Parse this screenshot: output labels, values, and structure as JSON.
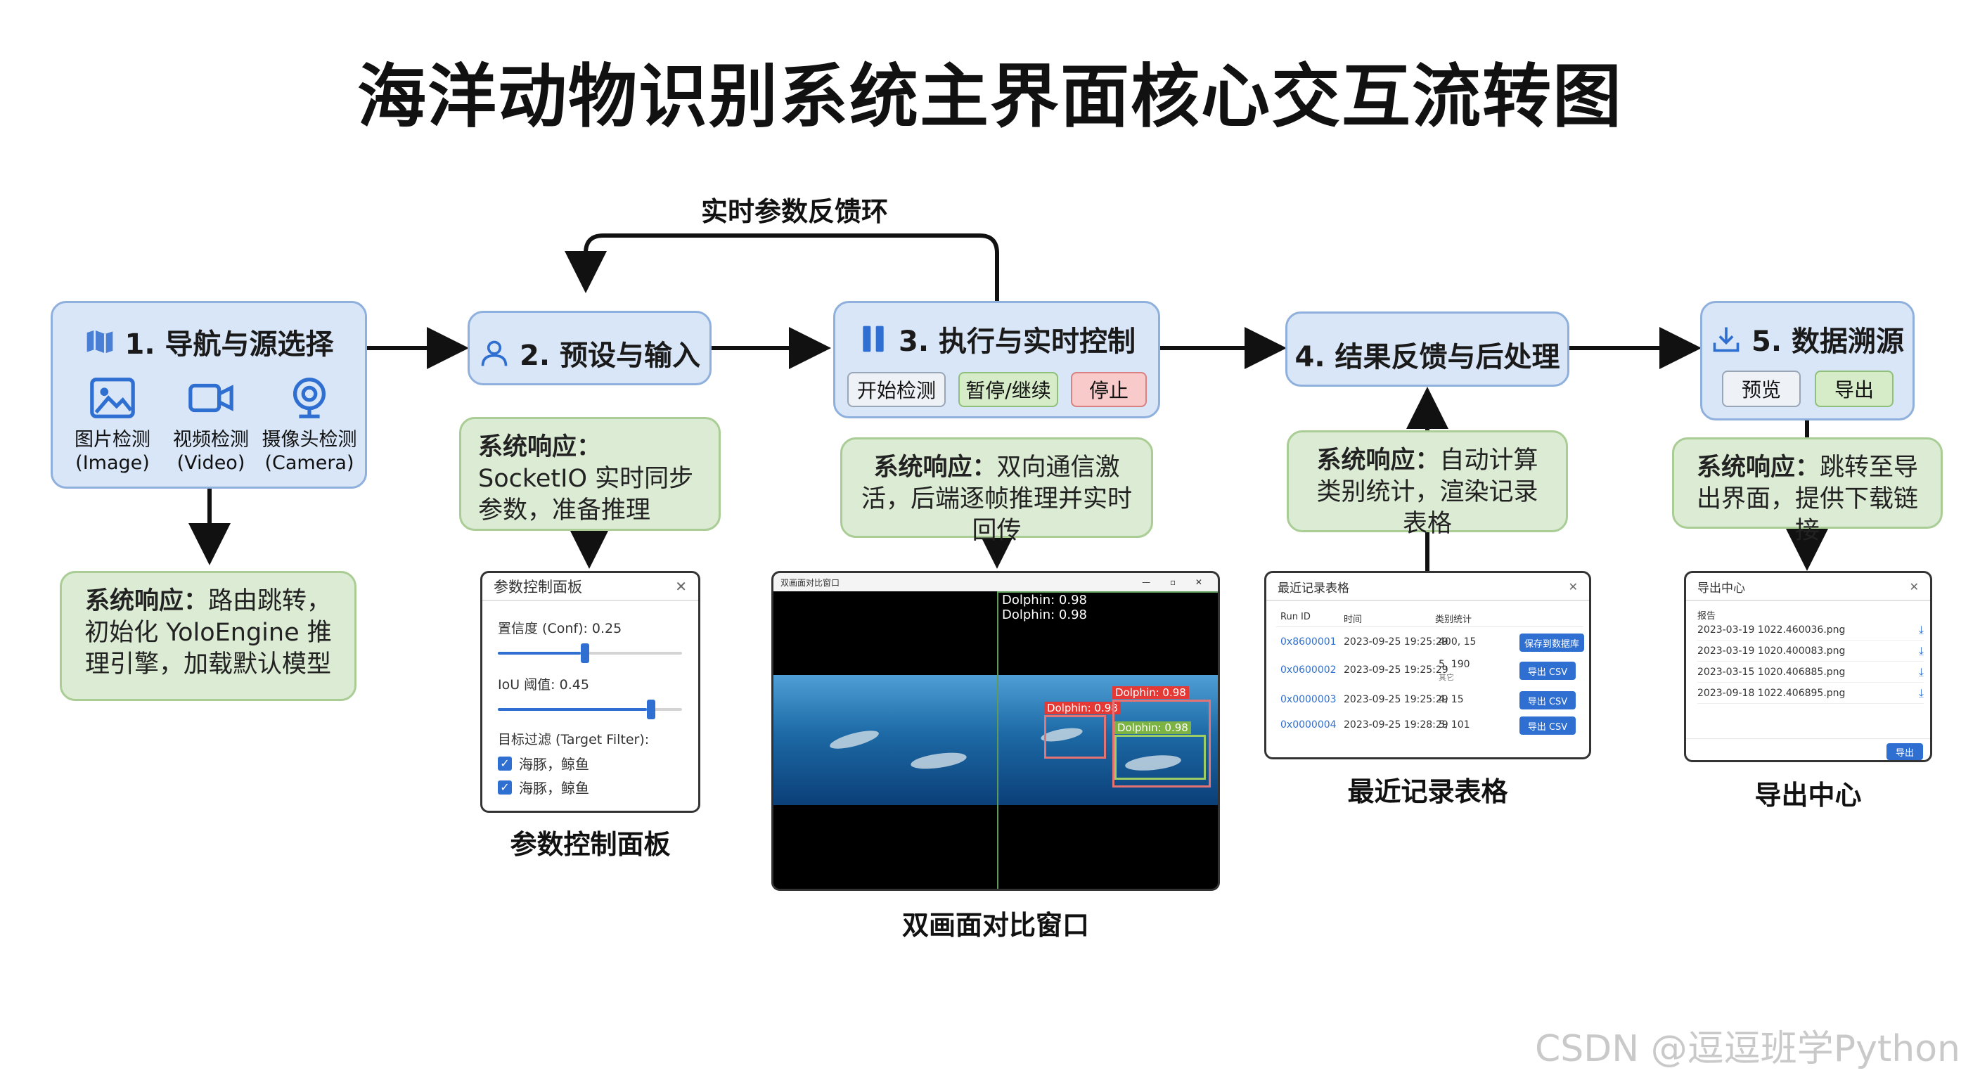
{
  "title": "海洋动物识别系统主界面核心交互流转图",
  "loop_label": "实时参数反馈环",
  "steps": [
    {
      "label": "1. 导航与源选择",
      "icon": "map-icon",
      "sources": [
        {
          "label": "图片检测",
          "sub": "(Image)",
          "icon": "image-icon"
        },
        {
          "label": "视频检测",
          "sub": "(Video)",
          "icon": "video-camera-icon"
        },
        {
          "label": "摄像头检测",
          "sub": "(Camera)",
          "icon": "webcam-icon"
        }
      ],
      "response_prefix": "系统响应：",
      "response": "路由跳转，初始化 YoloEngine 推理引擎，加载默认模型"
    },
    {
      "label": "2. 预设与输入",
      "icon": "user-icon",
      "response_prefix": "系统响应：",
      "response": "SocketIO 实时同步参数，准备推理"
    },
    {
      "label": "3. 执行与实时控制",
      "icon": "pause-bars-icon",
      "buttons": [
        "开始检测",
        "暂停/继续",
        "停止"
      ],
      "response_prefix": "系统响应：",
      "response": "双向通信激活，后端逐帧推理并实时回传"
    },
    {
      "label": "4. 结果反馈与后处理",
      "response_prefix": "系统响应：",
      "response": "自动计算类别统计，渲染记录表格"
    },
    {
      "label": "5. 数据溯源",
      "icon": "download-icon",
      "buttons": [
        "预览",
        "导出"
      ],
      "response_prefix": "系统响应：",
      "response": "跳转至导出界面，提供下载链接"
    }
  ],
  "param_panel": {
    "title": "参数控制面板",
    "conf_label": "置信度 (Conf): 0.25",
    "conf_value": 0.25,
    "iou_label": "IoU 阈值: 0.45",
    "iou_value": 0.45,
    "filter_label": "目标过滤 (Target Filter):",
    "filters": [
      "海豚，鲸鱼",
      "海豚，鲸鱼"
    ],
    "caption": "参数控制面板"
  },
  "compare_window": {
    "title": "双画面对比窗口",
    "left_labels": [
      "Dolphin: 0.98",
      "Dolphin: 0.98"
    ],
    "detections": [
      {
        "label": "Dolphin: 0.98",
        "color": "#e53935"
      },
      {
        "label": "Dolphin: 0.98",
        "color": "#e53935"
      },
      {
        "label": "Dolphin: 0.98",
        "color": "#7cb342"
      }
    ],
    "caption": "双画面对比窗口"
  },
  "records": {
    "title": "最近记录表格",
    "columns": [
      "Run ID",
      "时间",
      "类别统计"
    ],
    "rows": [
      {
        "id": "0x8600001",
        "time": "2023-09-25 19:25:29",
        "stats": "400, 15",
        "btn": "保存到数据库"
      },
      {
        "id": "0x0600002",
        "time": "2023-09-25 19:25:29",
        "stats": "5, 190",
        "sub": "其它",
        "btn": "导出 CSV"
      },
      {
        "id": "0x0000003",
        "time": "2023-09-25 19:25:29",
        "stats": "4, 15",
        "btn": "导出 CSV"
      },
      {
        "id": "0x0000004",
        "time": "2023-09-25 19:28:29",
        "stats": "5, 101",
        "btn": "导出 CSV"
      }
    ],
    "caption": "最近记录表格"
  },
  "export_center": {
    "title": "导出中心",
    "header": "报告",
    "files": [
      "2023-03-19 1022.460036.png",
      "2023-03-19 1020.400083.png",
      "2023-03-15 1020.406885.png",
      "2023-09-18 1022.406895.png"
    ],
    "button": "导出",
    "caption": "导出中心"
  },
  "colors": {
    "step_fill": "#d9e6f7",
    "step_border": "#8fb0dc",
    "response_fill": "#dcebd3",
    "response_border": "#a9cd95",
    "accent_blue": "#2f6fd1"
  },
  "watermark": "CSDN @逗逗班学Python"
}
